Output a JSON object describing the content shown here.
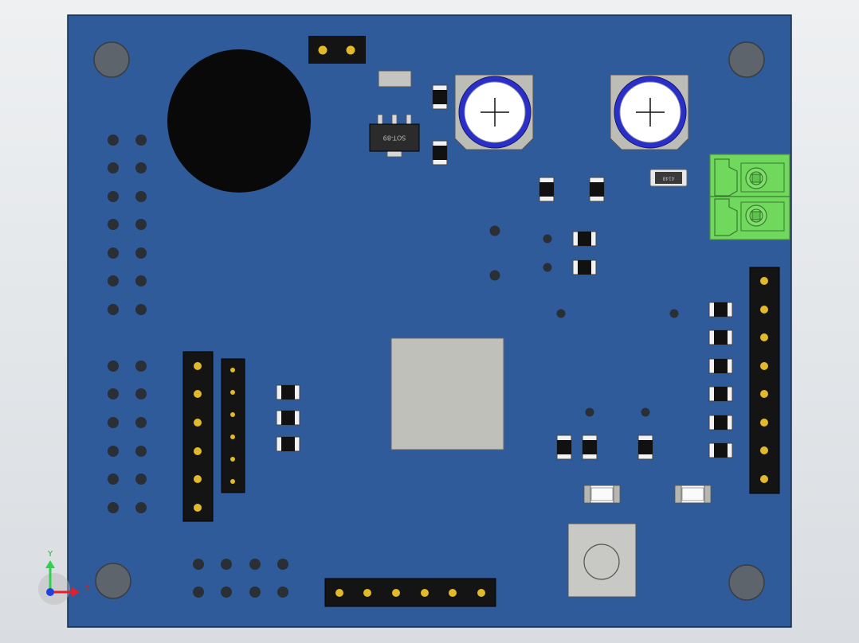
{
  "colors": {
    "board": "#2f5b9a",
    "board_edge": "#1d2b40",
    "header": "#141414",
    "pin_gold": "#e1b92a",
    "hole": "#2a2f36",
    "mount": "#5e646b",
    "buzzer": "#090909",
    "ic_body": "#bdbdb8",
    "terminal": "#6fd85d",
    "cap_ring": "#2a2fc8",
    "axis_x": "#e0202a",
    "axis_y": "#2fd14a",
    "axis_z": "#2040e0"
  },
  "labels": {
    "regulator": "SOT-89",
    "diode": "4148"
  },
  "axes": {
    "x": "X",
    "y": "Y"
  }
}
